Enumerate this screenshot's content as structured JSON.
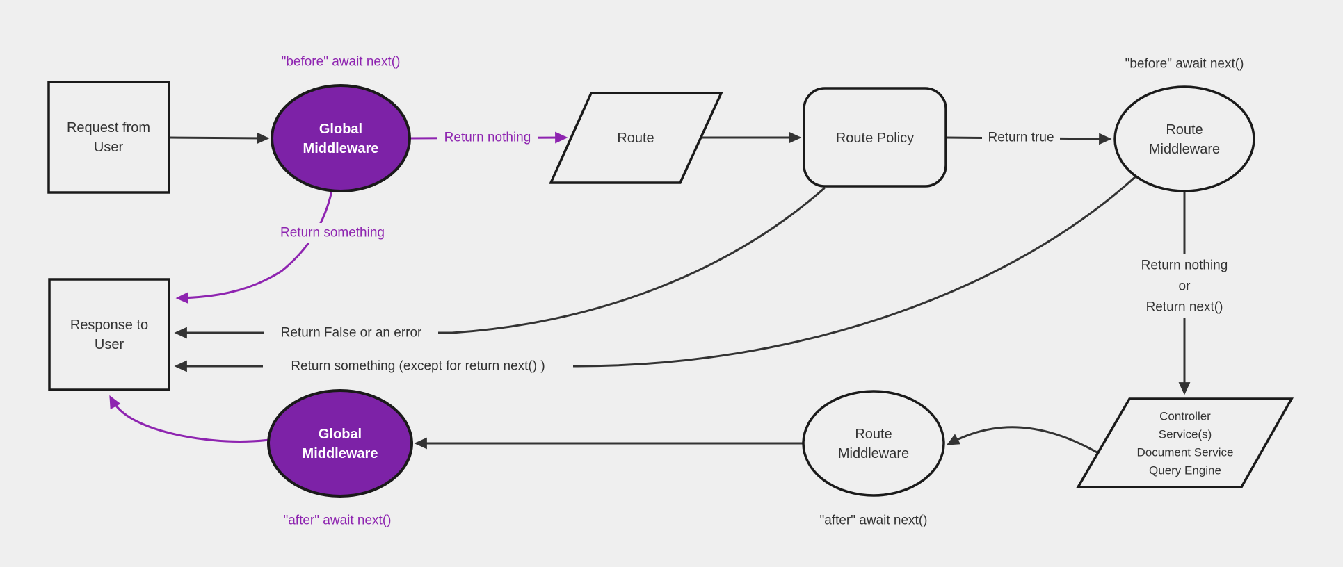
{
  "diagram": {
    "colors": {
      "bg": "#efefef",
      "node-fill": "#efefef",
      "node-stroke": "#1a1a1a",
      "edge-stroke": "#333333",
      "purple-fill": "#7d22a7",
      "purple-accent": "#8e24b0",
      "text-dark": "#333333",
      "text-light": "#ffffff"
    },
    "nodes": {
      "request": {
        "lines": [
          "Request from",
          "User"
        ]
      },
      "global_mw_top": {
        "lines": [
          "Global",
          "Middleware"
        ]
      },
      "route": {
        "label": "Route"
      },
      "route_policy": {
        "label": "Route Policy"
      },
      "route_mw_top": {
        "lines": [
          "Route",
          "Middleware"
        ]
      },
      "controller": {
        "lines": [
          "Controller",
          "Service(s)",
          "Document Service",
          "Query Engine"
        ]
      },
      "route_mw_bottom": {
        "lines": [
          "Route",
          "Middleware"
        ]
      },
      "global_mw_bottom": {
        "lines": [
          "Global",
          "Middleware"
        ]
      },
      "response": {
        "lines": [
          "Response to",
          "User"
        ]
      }
    },
    "edge_labels": {
      "return_nothing": "Return nothing",
      "return_true": "Return true",
      "return_nothing_or": [
        "Return nothing",
        "or",
        "Return next()"
      ],
      "return_something": "Return something",
      "return_false_error": "Return False or an error",
      "return_something_except": "Return something (except for return next() )"
    },
    "annotations": {
      "before_global": "\"before\" await next()",
      "before_route": "\"before\" await next()",
      "after_global": "\"after\" await next()",
      "after_route": "\"after\" await next()"
    }
  }
}
